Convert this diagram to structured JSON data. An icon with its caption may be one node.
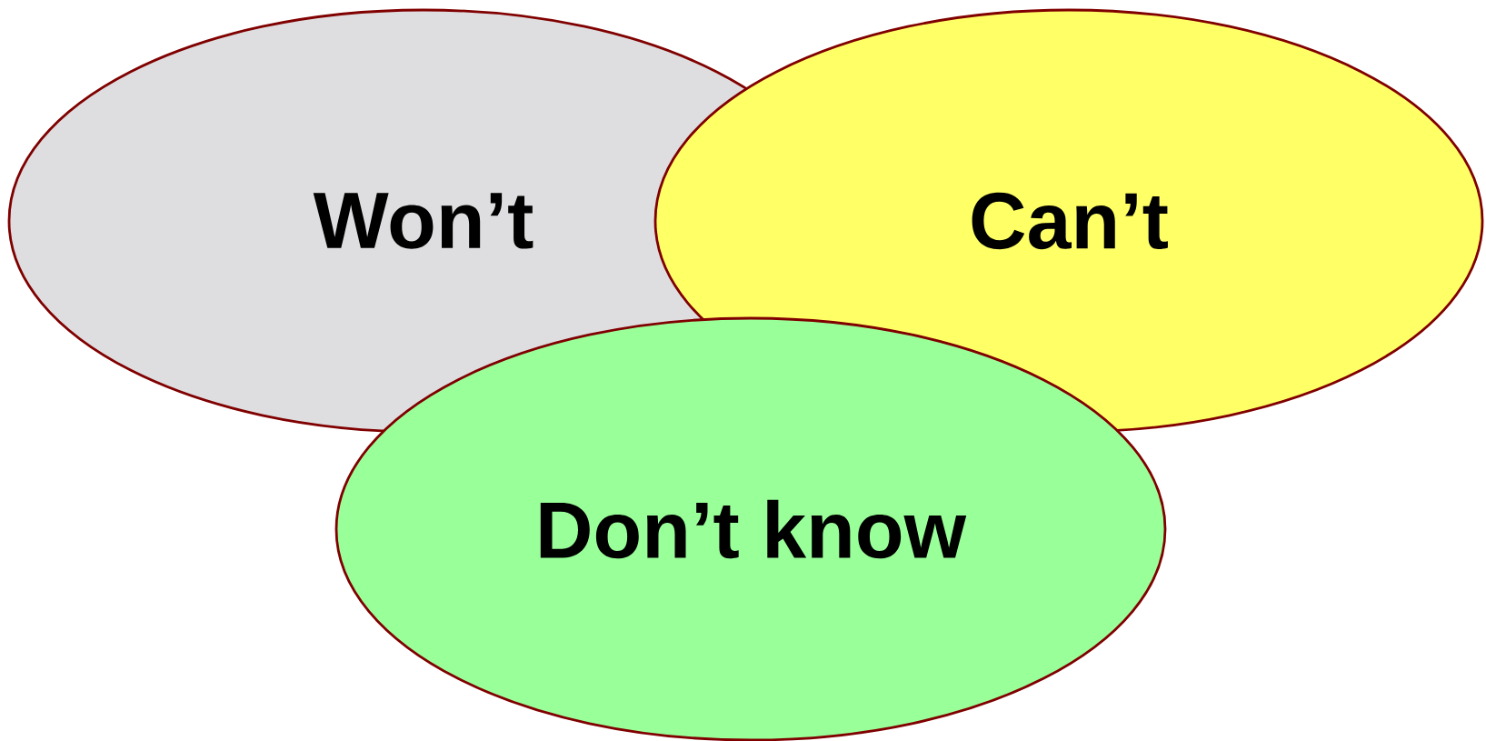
{
  "diagram": {
    "nodes": [
      {
        "text": [
          "Won’t"
        ]
      },
      {
        "text": [
          "Can’t"
        ]
      },
      {
        "text": [
          "Don’t know"
        ]
      }
    ]
  }
}
